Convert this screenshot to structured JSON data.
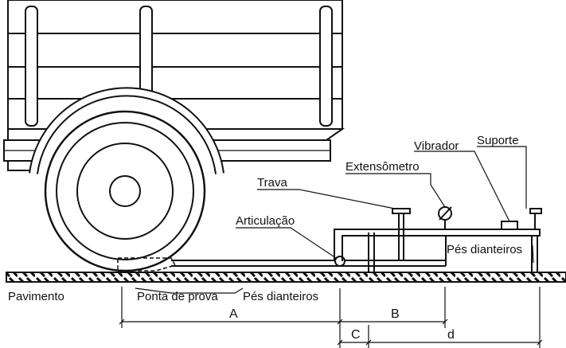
{
  "labels": {
    "suporte": "Suporte",
    "vibrador": "Vibrador",
    "extensometro": "Extensômetro",
    "trava": "Trava",
    "articulacao": "Articulação",
    "pes_dianteiros_right": "Pés dianteiros",
    "pavimento": "Pavimento",
    "ponta_de_prova": "Ponta de prova",
    "pes_dianteiros_bottom": "Pés dianteiros"
  },
  "dimensions": {
    "A": "A",
    "B": "B",
    "C": "C",
    "d": "d"
  }
}
